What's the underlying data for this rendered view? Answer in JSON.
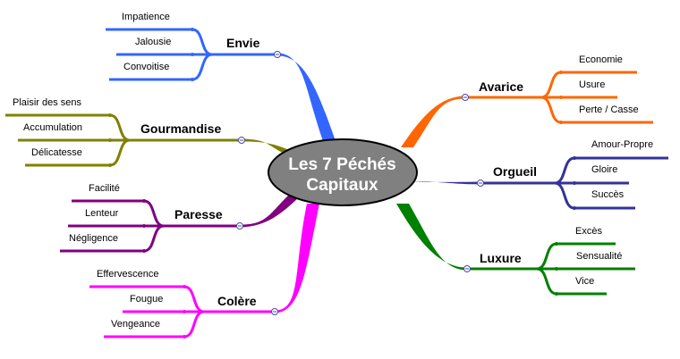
{
  "center": {
    "line1": "Les 7 Péchés",
    "line2": "Capitaux",
    "fill": "#808080"
  },
  "branches": [
    {
      "label": "Envie",
      "color": "#3366ff",
      "children": [
        "Impatience",
        "Jalousie",
        "Convoitise"
      ]
    },
    {
      "label": "Gourmandise",
      "color": "#808000",
      "children": [
        "Plaisir des sens",
        "Accumulation",
        "Délicatesse"
      ]
    },
    {
      "label": "Paresse",
      "color": "#800080",
      "children": [
        "Facilité",
        "Lenteur",
        "Négligence"
      ]
    },
    {
      "label": "Colère",
      "color": "#ff00ff",
      "children": [
        "Effervescence",
        "Fougue",
        "Vengeance"
      ]
    },
    {
      "label": "Avarice",
      "color": "#ff6600",
      "children": [
        "Economie",
        "Usure",
        "Perte / Casse"
      ]
    },
    {
      "label": "Orgueil",
      "color": "#333399",
      "children": [
        "Amour-Propre",
        "Gloire",
        "Succès"
      ]
    },
    {
      "label": "Luxure",
      "color": "#008000",
      "children": [
        "Excès",
        "Sensualité",
        "Vice"
      ]
    }
  ]
}
